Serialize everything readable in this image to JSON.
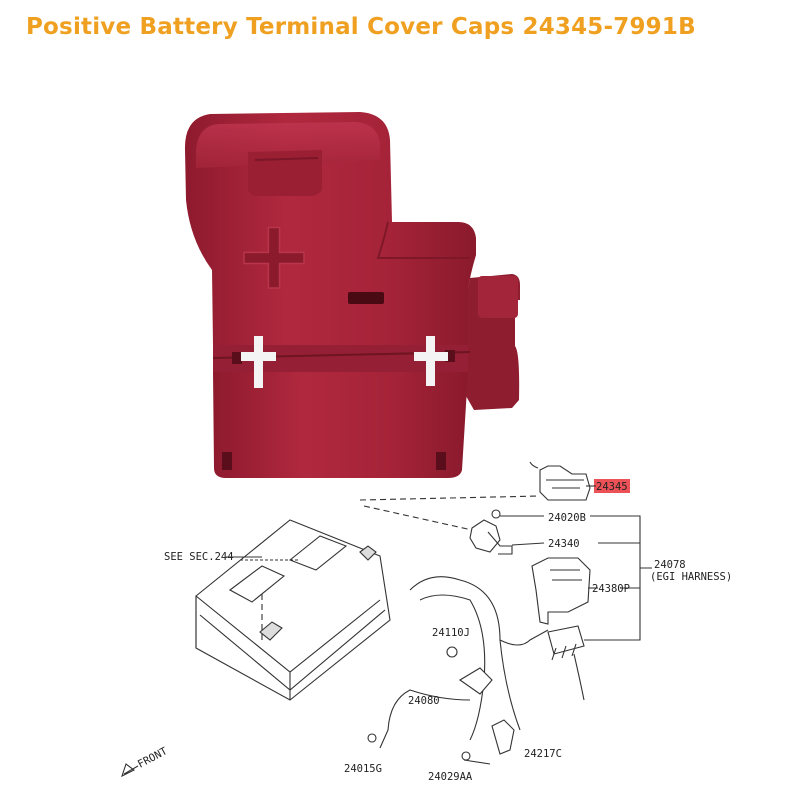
{
  "title": "Positive Battery Terminal Cover Caps 24345-7991B",
  "accent_color": "#f0a020",
  "product_color": "#a8233a",
  "highlight_color": "#e8333a",
  "product": {
    "symbol": "+"
  },
  "diagram": {
    "labels": {
      "p24345": "24345",
      "p24020b": "24020B",
      "p24340": "24340",
      "p24078": "24078",
      "egi": "(EGI HARNESS)",
      "p24380p": "24380P",
      "see_sec": "SEE SEC.244",
      "p24110j": "24110J",
      "p24080": "24080",
      "p24217c": "24217C",
      "p24015g": "24015G",
      "p24029aa": "24029AA",
      "front": "FRONT"
    }
  }
}
